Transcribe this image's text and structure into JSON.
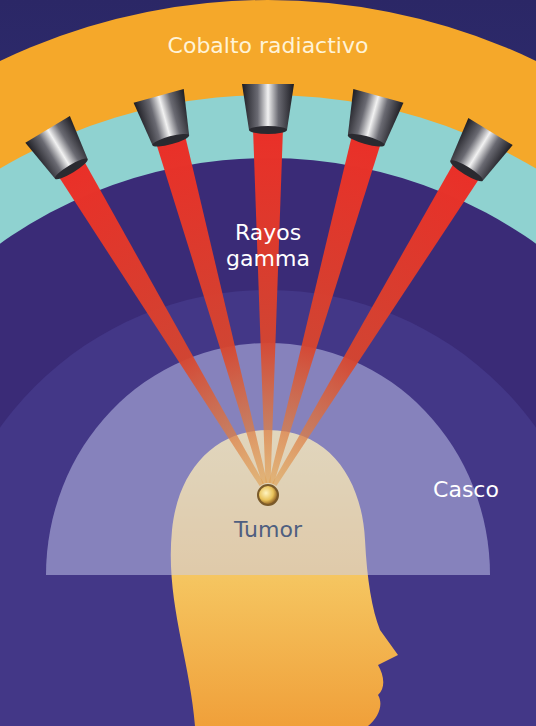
{
  "diagram": {
    "labels": [
      "Cobalto radiactivo",
      "Rayos gamma",
      "Casco",
      "Tumor"
    ]
  }
}
